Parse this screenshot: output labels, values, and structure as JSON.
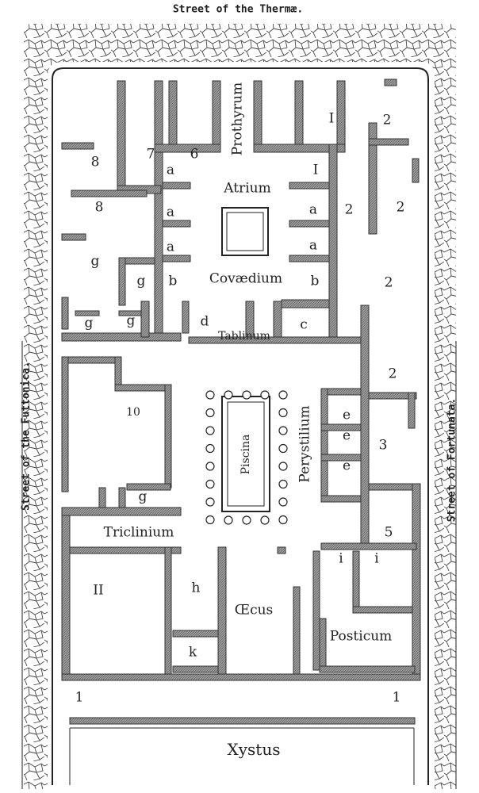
{
  "streets": {
    "top": "Street of the Thermæ.",
    "left": "Street of the Futtonica.",
    "right": "Street of Fortunata."
  },
  "rooms": {
    "r8a": "8",
    "r7": "7",
    "r6": "6",
    "prothyrum": "Prothyrum",
    "r1a": "I",
    "r2a": "2",
    "a1": "a",
    "r1b": "I",
    "atrium": "Atrium",
    "r8b": "8",
    "a2": "a",
    "a3": "a",
    "r2b": "2",
    "r2c": "2",
    "g1": "g",
    "a4": "a",
    "a5": "a",
    "r2d": "2",
    "g2": "g",
    "b1": "b",
    "covaedium": "Covædium",
    "b2": "b",
    "g3": "g",
    "g4": "g",
    "d": "d",
    "tablinum": "Tablinum",
    "c": "c",
    "r2e": "2",
    "r10": "10",
    "piscina": "Piscina",
    "perystilium": "Perystilium",
    "e1": "e",
    "e2": "e",
    "r3": "3",
    "e3": "e",
    "g5": "g",
    "triclinium": "Triclinium",
    "r5": "5",
    "h": "h",
    "oecus": "Œcus",
    "i1": "i",
    "i2": "i",
    "r11": "II",
    "k": "k",
    "posticum": "Posticum",
    "l1": "1",
    "l2": "1",
    "xystus": "Xystus"
  },
  "colors": {
    "wall": "#8a8a8a",
    "line": "#222222",
    "paving": "#555555"
  }
}
